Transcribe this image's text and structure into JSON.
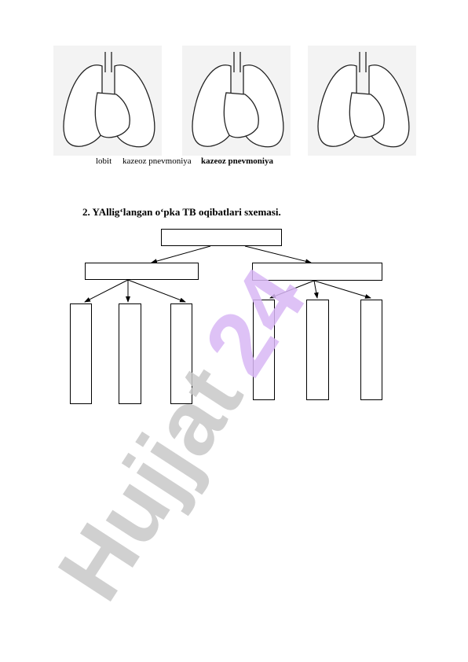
{
  "captions": {
    "first": "lobit",
    "second": "kazeoz pnevmoniya",
    "third": "kazeoz pnevmoniya"
  },
  "section": {
    "heading": "2. YAllig‘langan o‘pka TB oqibatlari sxemasi."
  },
  "schema": {
    "root_text": "",
    "branches": [
      {
        "text": "",
        "children": [
          "",
          "",
          ""
        ]
      },
      {
        "text": "",
        "children": [
          "",
          "",
          ""
        ]
      }
    ]
  },
  "watermark": {
    "text": "Hujjat 24",
    "main_color": "#c8c8c8",
    "accent_color": "#d9b8f5"
  }
}
